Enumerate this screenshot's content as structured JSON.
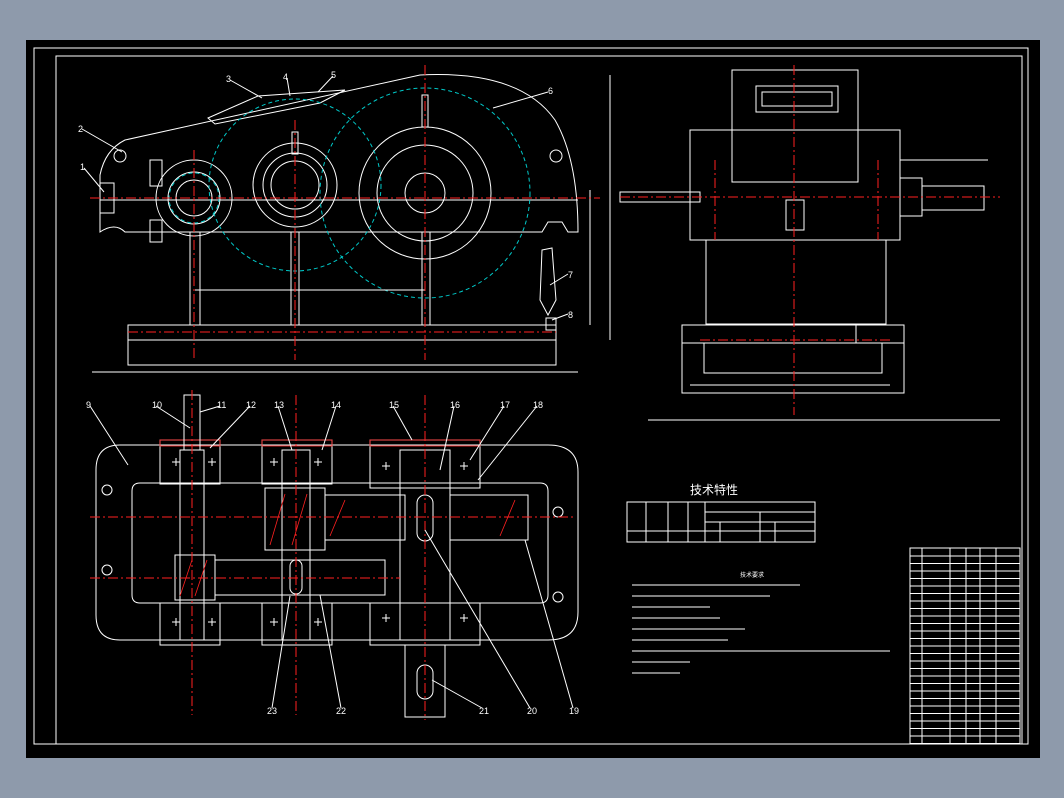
{
  "title_block": {
    "tech_title": "技术特性",
    "notes_title": "技术要求"
  },
  "part_numbers": {
    "upper": [
      "1",
      "2",
      "3",
      "4",
      "5",
      "6",
      "7",
      "8"
    ],
    "lower": [
      "9",
      "10",
      "11",
      "12",
      "13",
      "14",
      "15",
      "16",
      "17",
      "18",
      "19",
      "20",
      "21",
      "22",
      "23"
    ]
  },
  "colors": {
    "background": "#000000",
    "outline": "#ffffff",
    "centerline": "#ff2020",
    "pitch_circle": "#00c8c8",
    "frame": "#8e9aab"
  }
}
